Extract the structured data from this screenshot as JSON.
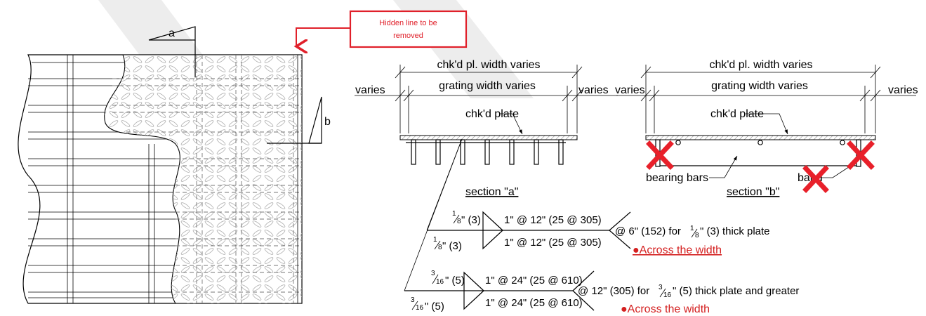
{
  "callout": {
    "line1": "Hidden line to be",
    "line2": "removed",
    "border_color": "#e0202a"
  },
  "plan_view": {
    "label_a": "a",
    "label_b": "b",
    "pattern": "checkered-plate-diamond-pattern"
  },
  "section_a": {
    "title": "section \"a\"",
    "top_dim": "chk'd pl. width varies",
    "mid_dim": "grating width varies",
    "left_varies": "varies",
    "right_varies": "varies",
    "plate_label": "chk'd plate"
  },
  "section_b": {
    "title": "section \"b\"",
    "top_dim": "chk'd pl. width varies",
    "mid_dim": "grating width varies",
    "left_varies": "varies",
    "right_varies": "varies",
    "plate_label": "chk'd plate",
    "bearing_bars_label": "bearing bars",
    "band_label": "band",
    "removal_marks_color": "#e8202a"
  },
  "weld_notes": [
    {
      "top_size_num": "1",
      "top_size_den": "8",
      "top_size_rest": "\" (3)",
      "top_spec": "1\" @ 12\" (25 @ 305)",
      "bottom_size_num": "1",
      "bottom_size_den": "8",
      "bottom_size_rest": "\" (3)",
      "bottom_spec": "1\" @ 12\" (25 @ 305)",
      "note_pre": "@ 6\" (152) for ",
      "note_num": "1",
      "note_den": "8",
      "note_post": "\" (3) thick plate",
      "red_note": "●Across the width"
    },
    {
      "top_size_num": "3",
      "top_size_den": "16",
      "top_size_rest": "\" (5)",
      "top_spec": "1\" @ 24\" (25 @ 610)",
      "bottom_size_num": "3",
      "bottom_size_den": "16",
      "bottom_size_rest": "\" (5)",
      "bottom_spec": "1\" @ 24\" (25 @ 610)",
      "note_pre": "@ 12\" (305) for ",
      "note_num": "3",
      "note_den": "16",
      "note_post": "\" (5) thick plate and greater",
      "red_note": "●Across the width"
    }
  ]
}
